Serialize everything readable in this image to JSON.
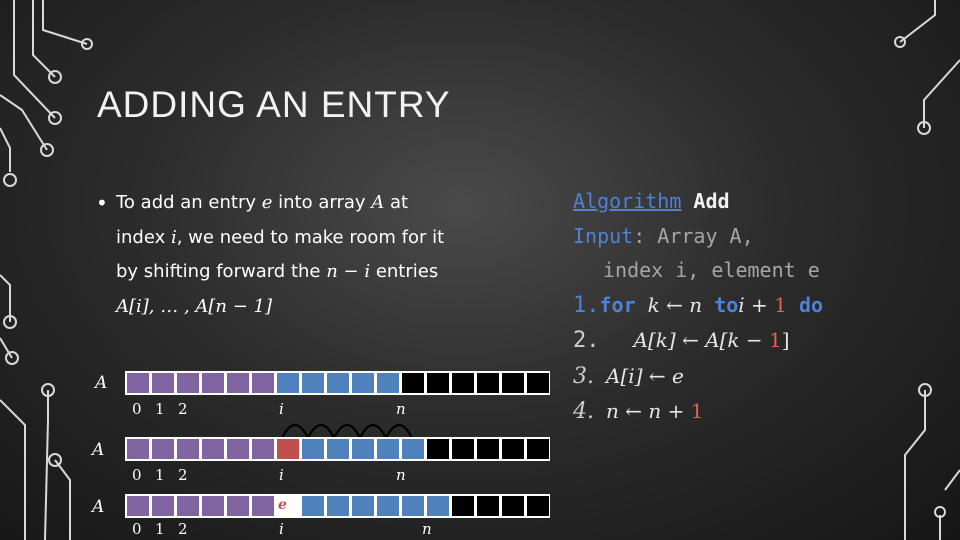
{
  "slide": {
    "title": "ADDING AN ENTRY",
    "bullet": {
      "dot": "•",
      "line1_pre": "To add an entry ",
      "line1_e": "e",
      "line1_mid": " into array ",
      "line1_A": "A",
      "line1_post": " at",
      "line2_pre": "index ",
      "line2_i": "i",
      "line2_post": ", we need to make room for it",
      "line3_pre": "by shifting forward the ",
      "line3_expr": "n − i",
      "line3_post": " entries",
      "line4": "A[i], … , A[n − 1]"
    },
    "algorithm": {
      "kw_algorithm": "Algorithm",
      "name": "Add",
      "kw_input": "Input",
      "input_rest": ": Array A,",
      "input_line2": "index i, element e",
      "s1_num": "1.",
      "s1_for": "for",
      "s1_a": "k ← n",
      "s1_to": "to",
      "s1_b": "i + ",
      "s1_one": "1",
      "s1_do": "do",
      "s2_num": "2.",
      "s2_a": "A[k] ← A[k − ",
      "s2_one": "1",
      "s2_end": "]",
      "s3_num": "3.",
      "s3_text": "A[i] ← e",
      "s4_num": "4.",
      "s4_a": "n ← n + ",
      "s4_one": "1"
    },
    "arrays": [
      {
        "label": "A",
        "indices": [
          "0",
          "1",
          "2"
        ],
        "i_label": "i",
        "n_label": "n"
      },
      {
        "label": "A",
        "indices": [
          "0",
          "1",
          "2"
        ],
        "i_label": "i",
        "n_label": "n"
      },
      {
        "label": "A",
        "indices": [
          "0",
          "1",
          "2"
        ],
        "i_label": "i",
        "n_label": "n",
        "e_label": "e"
      }
    ],
    "colors": {
      "occupied_before_i": "#8063a1",
      "shifted_entries": "#4f81bd",
      "empty": "#000000",
      "new_entry": "#c0504d",
      "keyword_blue": "#4f81d6"
    }
  }
}
